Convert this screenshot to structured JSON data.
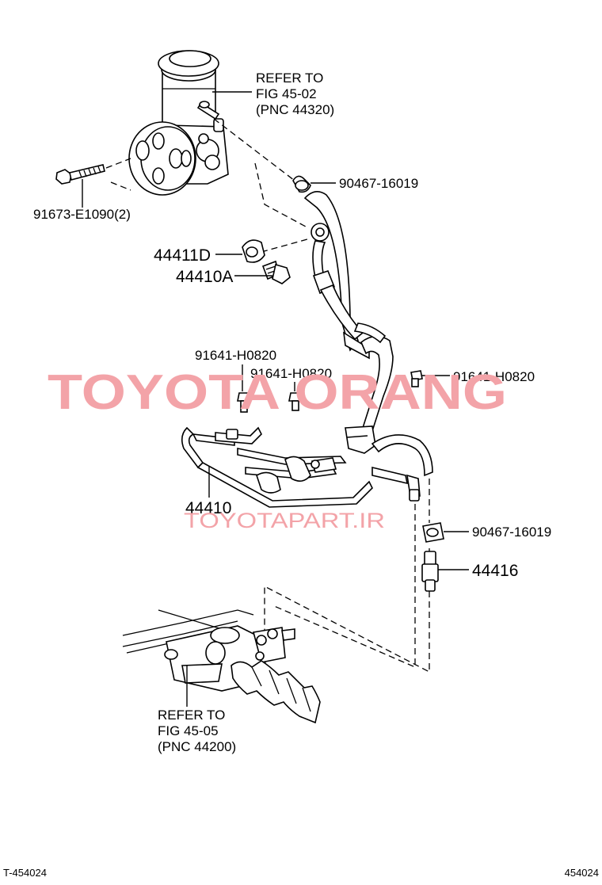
{
  "callouts": {
    "pump_ref_1": "REFER TO",
    "pump_ref_2": "FIG   45-02",
    "pump_ref_3": "(PNC 44320)",
    "clip_top": "90467-16019",
    "bolt": "91673-E1090(2)",
    "gasket": "44411D",
    "union_bolt": "44410A",
    "bolt_a": "91641-H0820",
    "bolt_b": "91641-H0820",
    "bolt_c": "91641-H0820",
    "tube_assy": "44410",
    "clip_bottom": "90467-16019",
    "hose": "44416",
    "gear_ref_1": "REFER TO",
    "gear_ref_2": "FIG   45-05",
    "gear_ref_3": "(PNC 44200)"
  },
  "watermark": {
    "main": "TOYOTA ORANG",
    "url": "TOYOTAPART.IR"
  },
  "footer": {
    "left": "T-454024",
    "right": "454024"
  },
  "colors": {
    "watermark": "#f3a3a8",
    "ink": "#000000"
  }
}
